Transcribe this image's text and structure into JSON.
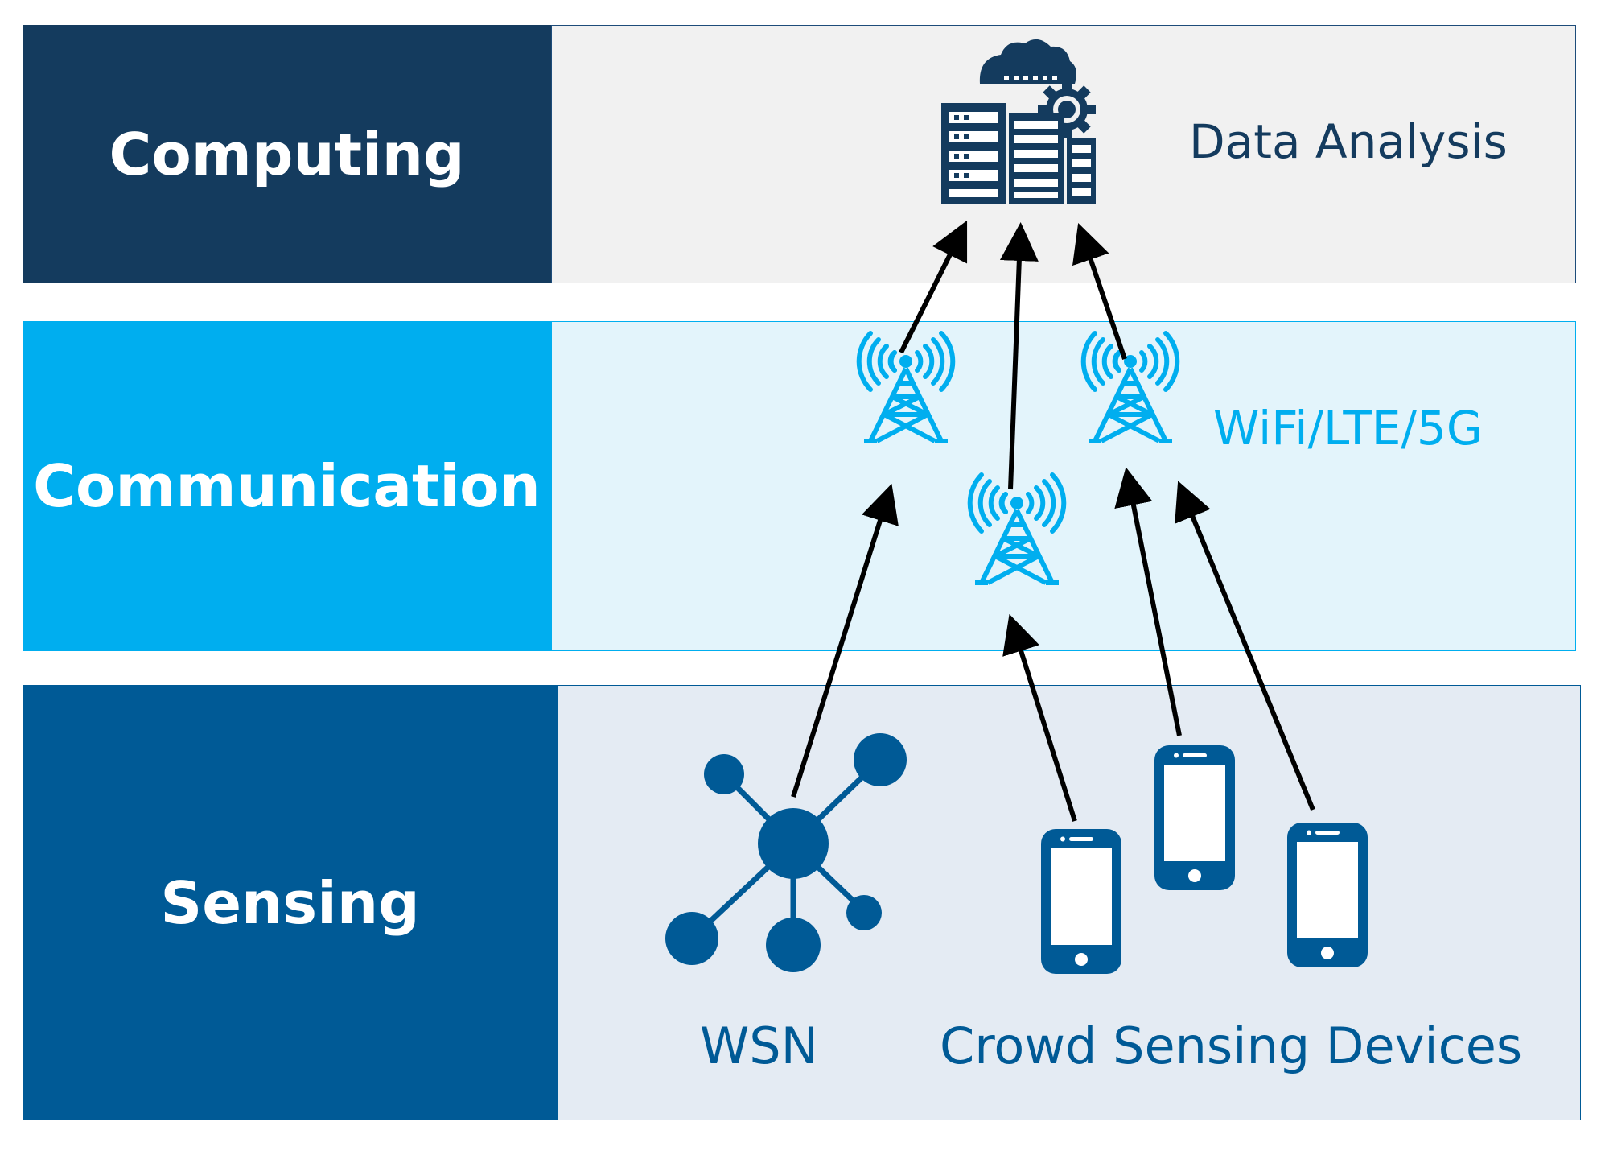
{
  "layers": {
    "computing": {
      "label": "Computing",
      "label_bg": "#143b5e",
      "panel_bg": "#f1f1f1"
    },
    "communication": {
      "label": "Communication",
      "label_bg": "#00aeef",
      "panel_bg": "#e3f4fb"
    },
    "sensing": {
      "label": "Sensing",
      "label_bg": "#005a96",
      "panel_bg": "#e4ebf3"
    }
  },
  "computing": {
    "text": "Data Analysis",
    "icon": "server-cloud-gear-icon"
  },
  "communication": {
    "text": "WiFi/LTE/5G",
    "icon": "cell-tower-icon"
  },
  "sensing": {
    "wsn_label": "WSN",
    "crowd_label": "Crowd Sensing Devices",
    "wsn_icon": "network-hub-icon",
    "device_icon": "smartphone-icon"
  },
  "colors": {
    "dark_navy": "#143b5e",
    "cyan": "#00aeef",
    "sensing_blue": "#005a96",
    "arrow": "#000000"
  }
}
